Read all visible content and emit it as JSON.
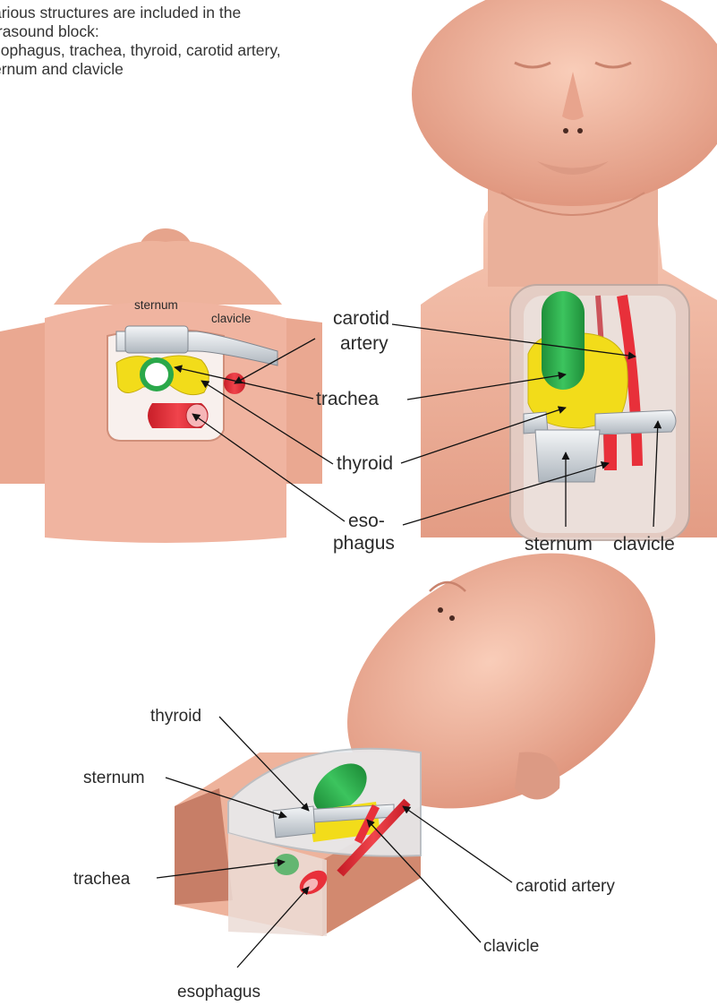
{
  "caption": {
    "line1": "arious structures are included in the",
    "line2": "trasound block:",
    "line3": "sophagus, trachea, thyroid, carotid artery,",
    "line4": "ernum and clavicle"
  },
  "labels": {
    "left_sternum": "sternum",
    "left_clavicle": "clavicle",
    "carotid_artery_line1": "carotid",
    "carotid_artery_line2": "artery",
    "trachea": "trachea",
    "thyroid": "thyroid",
    "esophagus_line1": "eso-",
    "esophagus_line2": "phagus",
    "front_sternum": "sternum",
    "front_clavicle": "clavicle",
    "iso_thyroid": "thyroid",
    "iso_sternum": "sternum",
    "iso_trachea": "trachea",
    "iso_carotid_artery": "carotid artery",
    "iso_clavicle": "clavicle",
    "iso_esophagus": "esophagus"
  },
  "colors": {
    "skin": "#f0b4a0",
    "skin_shade": "#d98f7a",
    "trachea": "#2aa84a",
    "thyroid": "#f2dc1a",
    "artery": "#e8303a",
    "bone": "#d8dde2",
    "window": "#dfe6ea"
  }
}
